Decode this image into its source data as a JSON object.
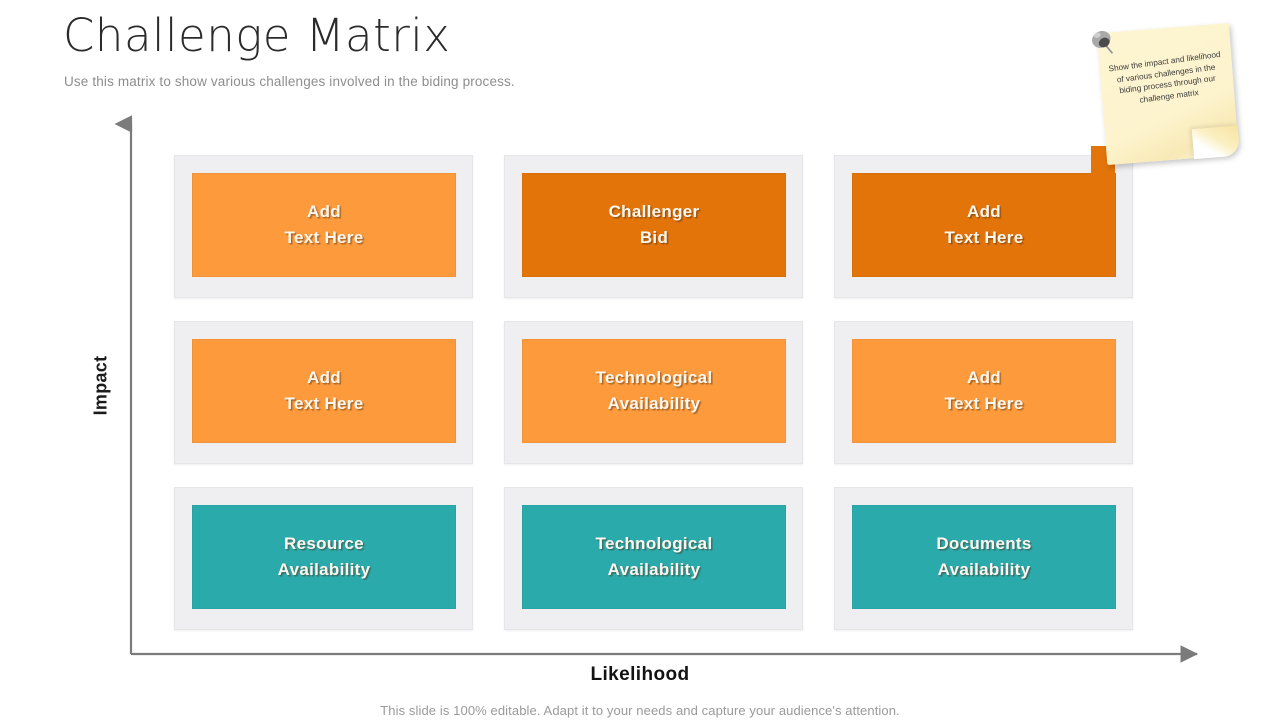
{
  "slide": {
    "title": "Challenge Matrix",
    "subtitle": "Use this matrix to show various challenges involved in the biding process.",
    "footer": "This slide is 100% editable. Adapt it to your needs and capture your audience's attention."
  },
  "axes": {
    "y_label": "Impact",
    "x_label": "Likelihood",
    "y_axis_icon": "up-arrow-icon",
    "x_axis_icon": "right-arrow-icon",
    "axis_color": "#7b7b7b"
  },
  "colors": {
    "orange_light": "#fc9a3c",
    "orange_dark": "#e2740a",
    "teal": "#2baaac",
    "frame": "#efeff1",
    "text_on_cell": "#fdf7ef"
  },
  "sticky_note": {
    "text": "Show the impact and likelihood of various challenges in the biding process through our challenge matrix",
    "pin_icon": "pushpin-icon",
    "paper_color": "#fdf3cd"
  },
  "matrix": {
    "rows": [
      {
        "row_index": 0,
        "cells": [
          {
            "label": "Add\nText Here",
            "color": "#fc9a3c",
            "tone": "orange-light"
          },
          {
            "label": "Challenger\nBid",
            "color": "#e2740a",
            "tone": "orange-dark"
          },
          {
            "label": "Add\nText Here",
            "color": "#e2740a",
            "tone": "orange-dark"
          }
        ]
      },
      {
        "row_index": 1,
        "cells": [
          {
            "label": "Add\nText Here",
            "color": "#fc9a3c",
            "tone": "orange-light"
          },
          {
            "label": "Technological\nAvailability",
            "color": "#fc9a3c",
            "tone": "orange-light"
          },
          {
            "label": "Add\nText Here",
            "color": "#fc9a3c",
            "tone": "orange-light"
          }
        ]
      },
      {
        "row_index": 2,
        "cells": [
          {
            "label": "Resource\nAvailability",
            "color": "#2baaac",
            "tone": "teal"
          },
          {
            "label": "Technological\nAvailability",
            "color": "#2baaac",
            "tone": "teal"
          },
          {
            "label": "Documents\nAvailability",
            "color": "#2baaac",
            "tone": "teal"
          }
        ]
      }
    ]
  }
}
